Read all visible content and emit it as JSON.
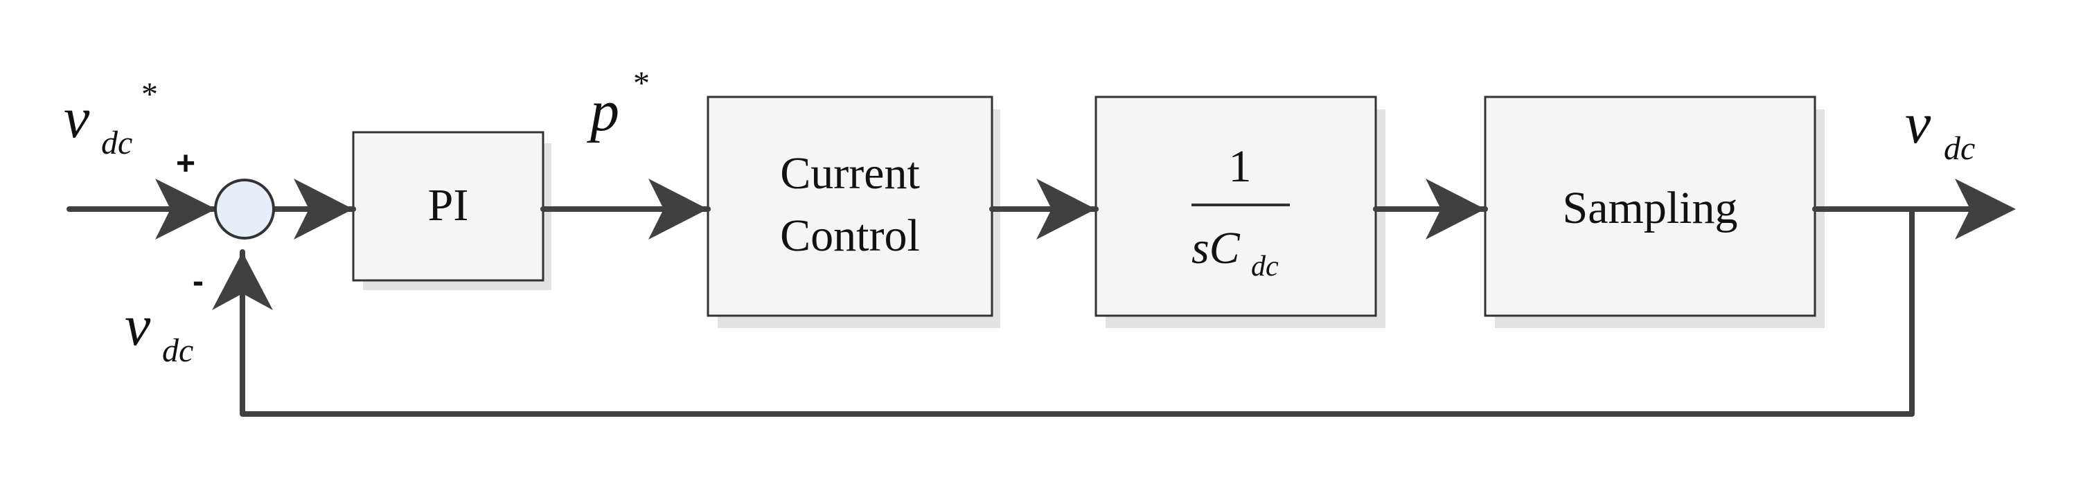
{
  "colors": {
    "wire": "#404040",
    "block_fill": "#f5f5f5",
    "block_stroke": "#333333",
    "summing_fill": "#e6eef9",
    "shadow": "#e2e2e2"
  },
  "input": {
    "var": "v",
    "sub": "dc",
    "sup": "*"
  },
  "summing": {
    "plus": "+",
    "minus": "-"
  },
  "feedback": {
    "var": "v",
    "sub": "dc"
  },
  "reference": {
    "var": "p",
    "sup": "*"
  },
  "output": {
    "var": "v",
    "sub": "dc"
  },
  "blocks": {
    "pi": {
      "label": "PI"
    },
    "current_control": {
      "line1": "Current",
      "line2": "Control"
    },
    "integrator": {
      "numerator": "1",
      "denominator_var": "sC",
      "denominator_sub": "dc"
    },
    "sampling": {
      "label": "Sampling"
    }
  }
}
